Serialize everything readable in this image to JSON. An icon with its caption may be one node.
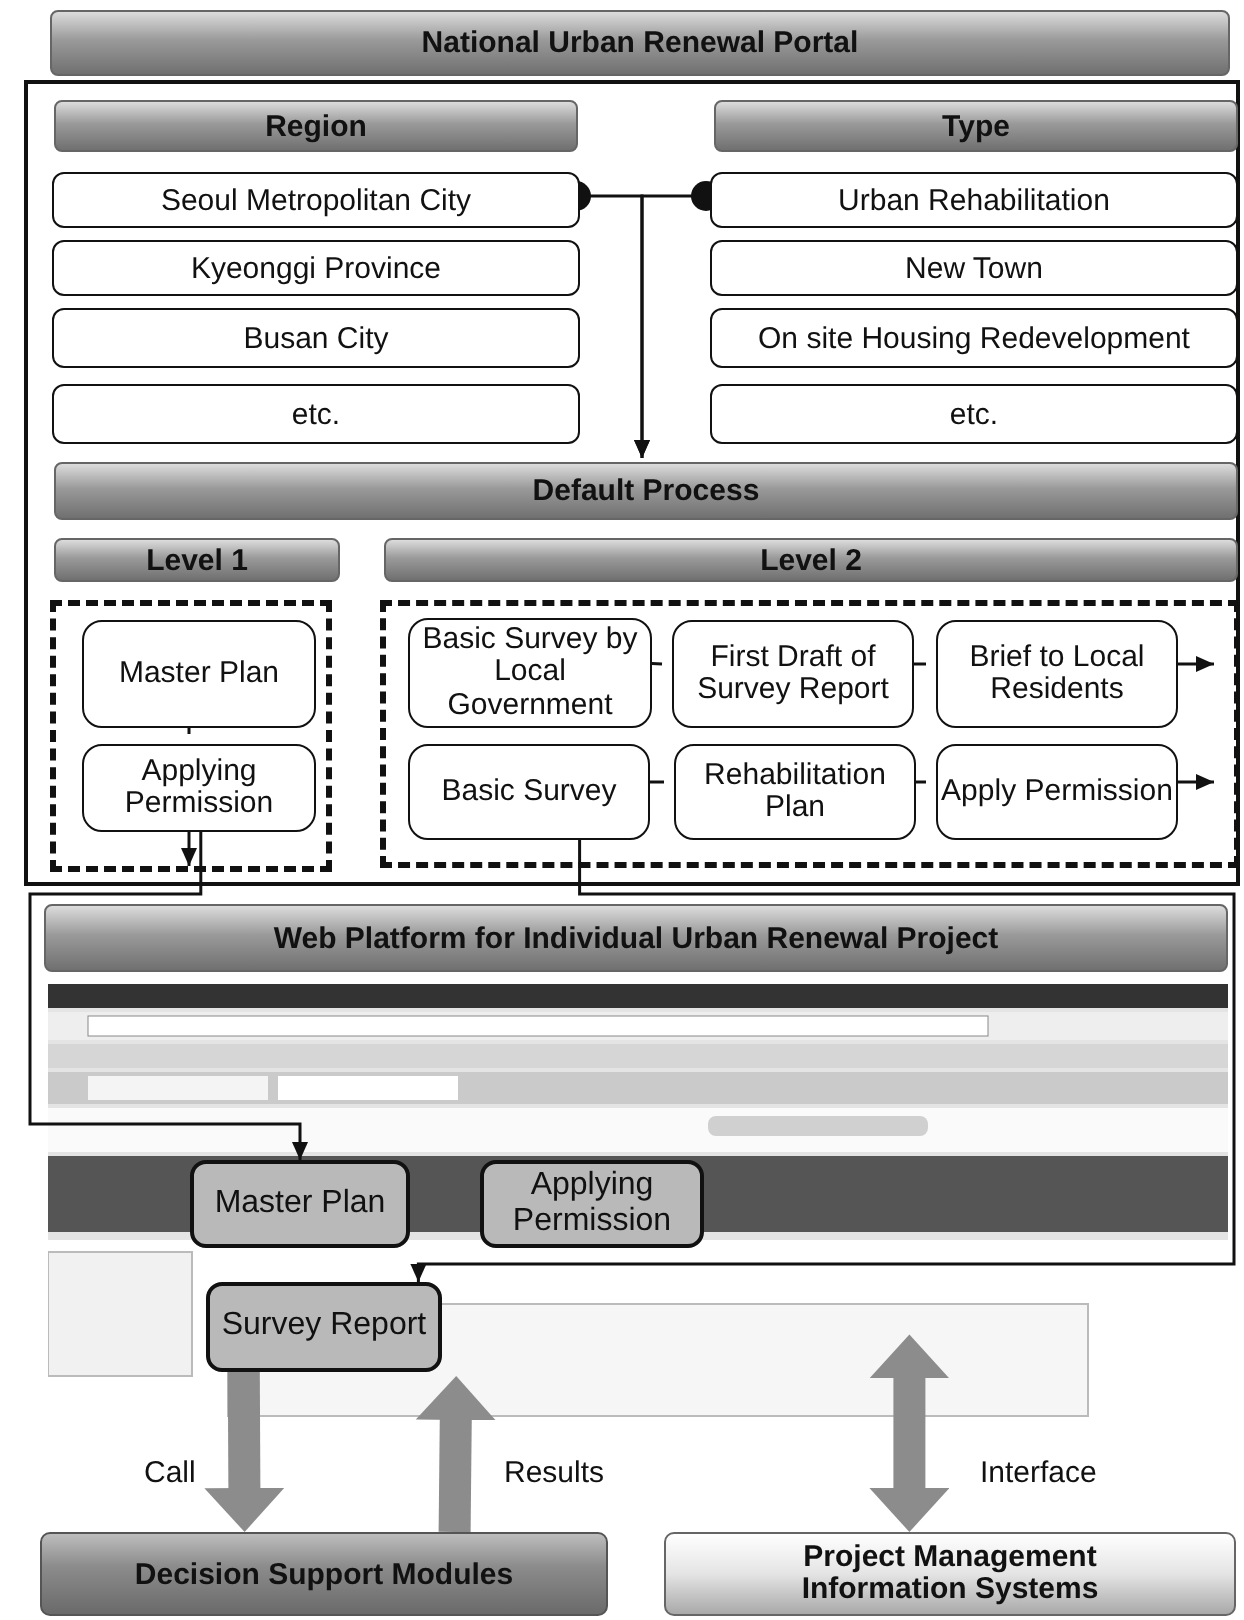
{
  "diagram": {
    "nodes": [
      {
        "text": [
          "National Urban Renewal Portal"
        ]
      },
      {
        "text": [],
        "shape": "box"
      },
      {
        "text": [
          "Region"
        ],
        "in": 1
      },
      {
        "text": [
          "Type"
        ],
        "in": 1
      },
      {
        "text": [
          "Seoul Metropolitan City"
        ],
        "in": 1
      },
      {
        "text": [
          "Urban Rehabilitation"
        ],
        "in": 1
      },
      {
        "text": [
          "Kyeonggi Province"
        ],
        "in": 1
      },
      {
        "text": [
          "New Town"
        ],
        "in": 1
      },
      {
        "text": [
          "Busan City"
        ],
        "in": 1
      },
      {
        "text": [
          "On site Housing Redevelopment"
        ],
        "in": 1
      },
      {
        "text": [
          "etc."
        ],
        "in": 1
      },
      {
        "text": [
          "etc."
        ],
        "in": 1
      },
      {
        "text": [
          "Default Process"
        ],
        "in": 1
      },
      {
        "text": [
          "Level 1"
        ],
        "in": 1
      },
      {
        "text": [
          "Level 2"
        ],
        "in": 1
      },
      {
        "text": [],
        "shape": "box",
        "in": 1
      },
      {
        "text": [],
        "shape": "box",
        "in": 1
      },
      {
        "text": [
          "Master Plan"
        ],
        "in": 15
      },
      {
        "text": [
          "Applying Permission"
        ],
        "in": 15
      },
      {
        "text": [
          "Basic Survey by Local Government"
        ],
        "in": 16
      },
      {
        "text": [
          "First Draft of Survey Report"
        ],
        "in": 16
      },
      {
        "text": [
          "Brief to Local Residents"
        ],
        "in": 16
      },
      {
        "text": [
          "Basic Survey"
        ],
        "in": 16
      },
      {
        "text": [
          "Rehabilitation Plan"
        ],
        "in": 16
      },
      {
        "text": [
          "Apply Permission"
        ],
        "in": 16
      },
      {
        "text": [
          "Web Platform for Individual Urban Renewal Project"
        ]
      },
      {
        "text": [],
        "shape": "picture"
      },
      {
        "text": [
          "Master Plan"
        ],
        "in": 26
      },
      {
        "text": [
          "Applying Permission"
        ],
        "in": 26
      },
      {
        "text": [
          "Survey Report"
        ],
        "in": 26
      },
      {
        "text": [
          "Decision Support Modules"
        ]
      },
      {
        "text": [
          "Project Management Information Systems"
        ]
      }
    ],
    "edges": [
      {
        "from": 4,
        "to": 12,
        "arrow": "to"
      },
      {
        "from": 5,
        "to": 12,
        "arrow": "to"
      },
      {
        "from": 17,
        "to": 18,
        "arrow": "none"
      },
      {
        "from": 19,
        "to": 20,
        "arrow": "none"
      },
      {
        "from": 20,
        "to": 21,
        "arrow": "none"
      },
      {
        "from": 21,
        "to": null,
        "arrow": "to"
      },
      {
        "from": 22,
        "to": 23,
        "arrow": "none"
      },
      {
        "from": 23,
        "to": 24,
        "arrow": "none"
      },
      {
        "from": 24,
        "to": null,
        "arrow": "to"
      },
      {
        "from": 18,
        "to": null,
        "arrow": "to"
      },
      {
        "from": 18,
        "to": 27,
        "arrow": "to"
      },
      {
        "from": 22,
        "to": 29,
        "arrow": "to"
      },
      {
        "from": 29,
        "to": 30,
        "arrow": "to",
        "label": "Call",
        "style": "thick",
        "color": "#8c8c8c"
      },
      {
        "from": 30,
        "to": 26,
        "arrow": "to",
        "label": "Results",
        "style": "thick",
        "color": "#8c8c8c"
      },
      {
        "from": 26,
        "to": 31,
        "arrow": "both",
        "label": "Interface",
        "style": "thick",
        "color": "#8c8c8c"
      }
    ]
  }
}
